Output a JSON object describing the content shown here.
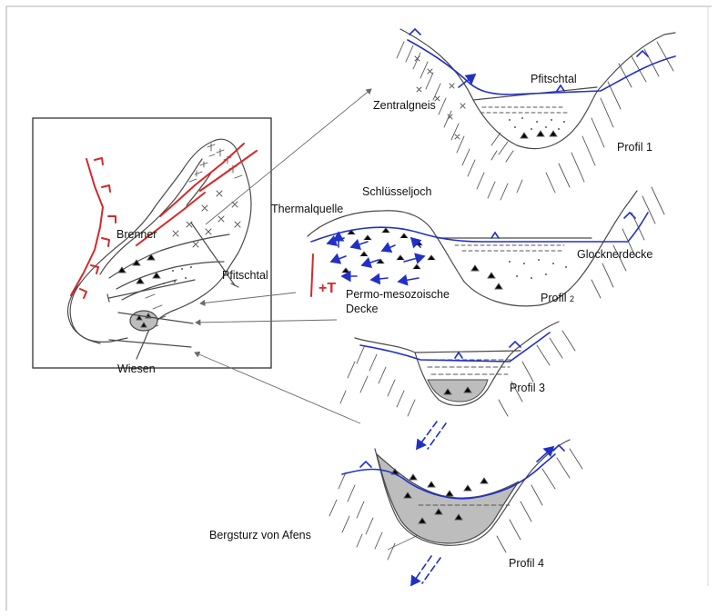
{
  "labels": {
    "zentralgneis": "Zentralgneis",
    "pfitschtal_top": "Pfitschtal",
    "profil1": "Profil 1",
    "schluesseljoch": "Schlüsseljoch",
    "thermalquelle": "Thermalquelle",
    "brenner": "Brenner",
    "glocknerdecke": "Glocknerdecke",
    "pfitschtal_map": "Pfitschtal",
    "plus_t": "+T",
    "permo_line1": "Permo-mesozoische",
    "permo_line2": "Decke",
    "profil2_word": "Profil",
    "profil2_num": "2",
    "wiesen": "Wiesen",
    "profil3": "Profil 3",
    "bergsturz": "Bergsturz von Afens",
    "profil4": "Profil 4"
  },
  "colors": {
    "groundwater": "#2230c8",
    "fault": "#d42a2a",
    "landslide_fill": "#bdbdbd",
    "sketch": "#4a4a4a"
  }
}
